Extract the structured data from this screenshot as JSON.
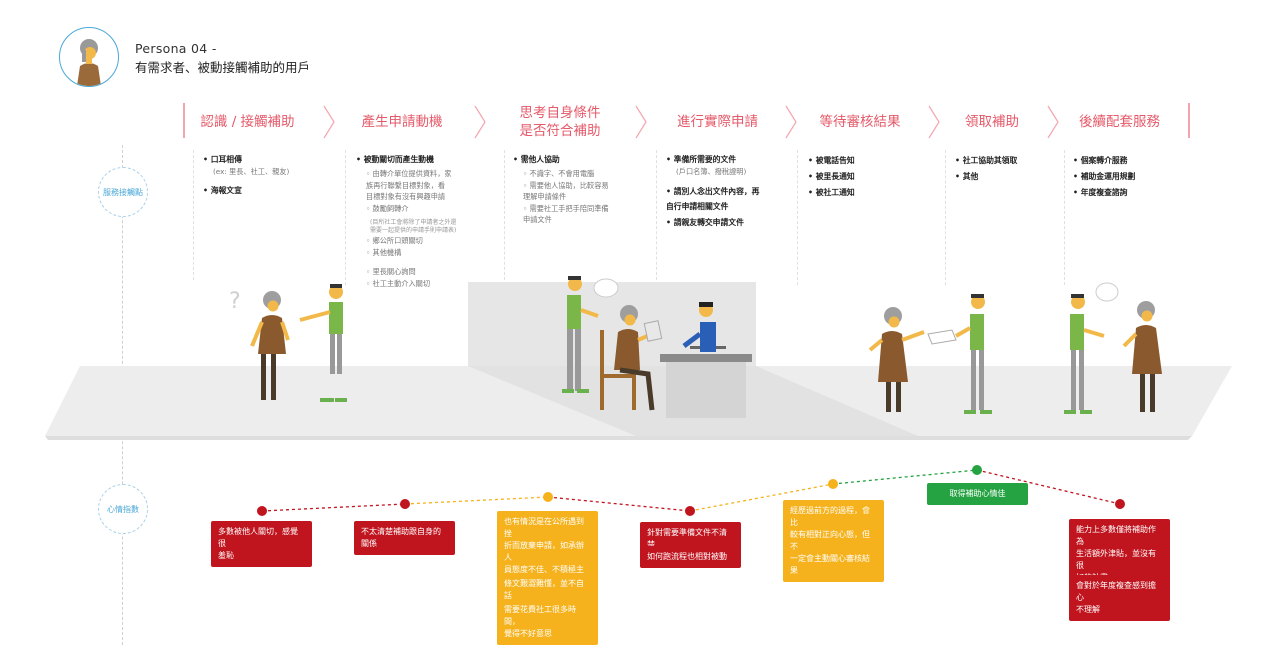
{
  "persona": {
    "id_line": "Persona 04 -",
    "title": "有需求者、被動接觸補助的用戶"
  },
  "stages": [
    {
      "label": "認識 / 接觸補助"
    },
    {
      "label": "產生申請動機"
    },
    {
      "label": "思考自身條件\n是否符合補助"
    },
    {
      "label": "進行實際申請"
    },
    {
      "label": "等待審核結果"
    },
    {
      "label": "領取補助"
    },
    {
      "label": "後續配套服務"
    }
  ],
  "row_labels": {
    "touchpoints": "服務接觸點",
    "emotion": "心情指數"
  },
  "touchpoints": {
    "c1": [
      {
        "t": "• 口耳相傳",
        "sub": "(ex: 里長、社工、親友)"
      },
      {
        "t": "• 海報文宣",
        "sub": ""
      }
    ],
    "c2": {
      "head": "• 被動關切而產生動機",
      "subs": [
        "◦ 由轉介單位提供資料，家\n   族再行聯繫目標對象，看\n   目標對象有沒有興趣申請",
        "◦ 鼓勵飼轉介"
      ],
      "note": "(目所社工會將除了申請者之外還\n需要一起提供的申請手則申請表)",
      "subs2": [
        "◦ 鄉公所口頭關切",
        "◦ 其他機構",
        "◦ 里長關心詢問",
        "◦ 社工主動介入關切"
      ]
    },
    "c3": {
      "head": "• 需他人協助",
      "subs": [
        "◦ 不識字、不會用電腦",
        "◦ 需要他人協助，比較容易\n   理解申請條件",
        "◦ 需要社工手把手陪同準備\n   申請文件"
      ]
    },
    "c4": [
      {
        "t": "• 準備所需要的文件",
        "sub": "(戶口名簿、撥稅證明)"
      },
      {
        "t": "• 請別人念出文件內容，再\n   自行申請相關文件",
        "sub": ""
      },
      {
        "t": "• 請親友轉交申請文件",
        "sub": ""
      }
    ],
    "c5": [
      "• 被電話告知",
      "• 被里長通知",
      "• 被社工通知"
    ],
    "c6": [
      "• 社工協助其領取",
      "• 其他"
    ],
    "c7": [
      "• 個案轉介服務",
      "• 補助金運用規劃",
      "• 年度複查諮詢"
    ]
  },
  "emotion": {
    "points": [
      {
        "level": "low"
      },
      {
        "level": "low"
      },
      {
        "level": "mid"
      },
      {
        "level": "low"
      },
      {
        "level": "mid"
      },
      {
        "level": "high"
      },
      {
        "level": "low"
      }
    ],
    "boxes": {
      "b1": "多數被他人關切，感覺很\n羞恥",
      "b2": "不太清楚補助跟自身的\n關係",
      "b3a": "也有情況是在公所遇到挫\n折而放棄申請，如承辦人\n員態度不佳、不積極主動\n提供協助",
      "b3b": "條文艱澀難懂，並不自話",
      "b3c": "需要花費社工很多時間，\n覺得不好意思",
      "b4a": "針對需要準備文件不清楚",
      "b4b": "如何跑流程也相對被動",
      "b5": "經歷過前方的過程，會比\n較有相對正向心態，但不\n一定會主動關心審核結果",
      "b6": "取得補助心情佳",
      "b7a": "能力上多數僅將補助作為\n生活額外津貼，並沒有很\n好的計畫",
      "b7b": "會對於年度複查感到擔心\n不理解"
    },
    "colors": {
      "red": "#c0151f",
      "yellow": "#f5b21c",
      "green": "#25a241"
    }
  }
}
